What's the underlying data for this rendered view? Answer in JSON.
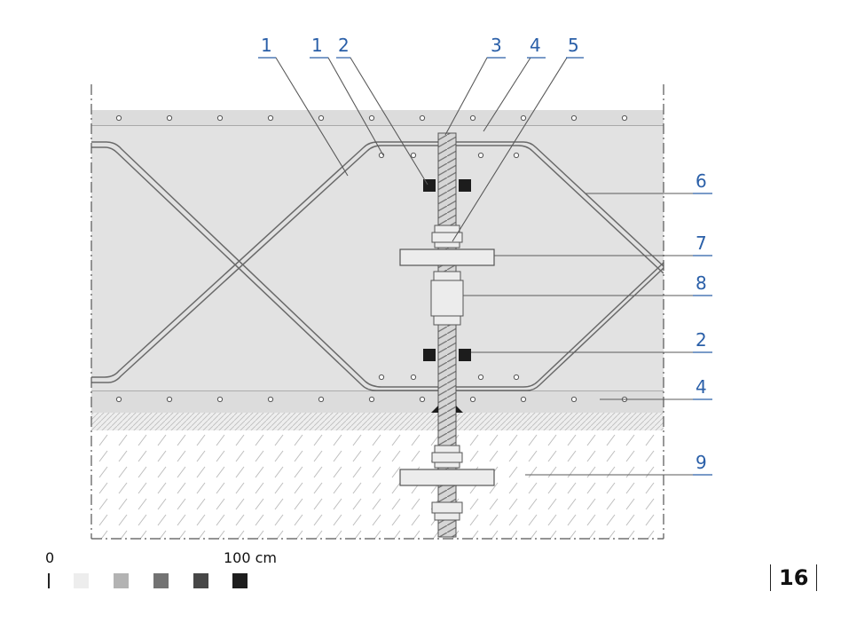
{
  "diagram": {
    "callouts": [
      "1",
      "1",
      "2",
      "3",
      "4",
      "5",
      "6",
      "7",
      "8",
      "2",
      "4",
      "9"
    ]
  },
  "scale_bar": {
    "start_label": "0",
    "end_label": "100 cm",
    "swatch_colors": [
      "#ededed",
      "#b3b3b3",
      "#737373",
      "#474747",
      "#1e1e1e"
    ]
  },
  "page": {
    "number": "16"
  },
  "colors": {
    "callout_blue": "#2a5fa8",
    "panel_fill": "#e2e2e2",
    "rebar_line": "#6a6a6a",
    "pad_black": "#1c1c1c"
  }
}
